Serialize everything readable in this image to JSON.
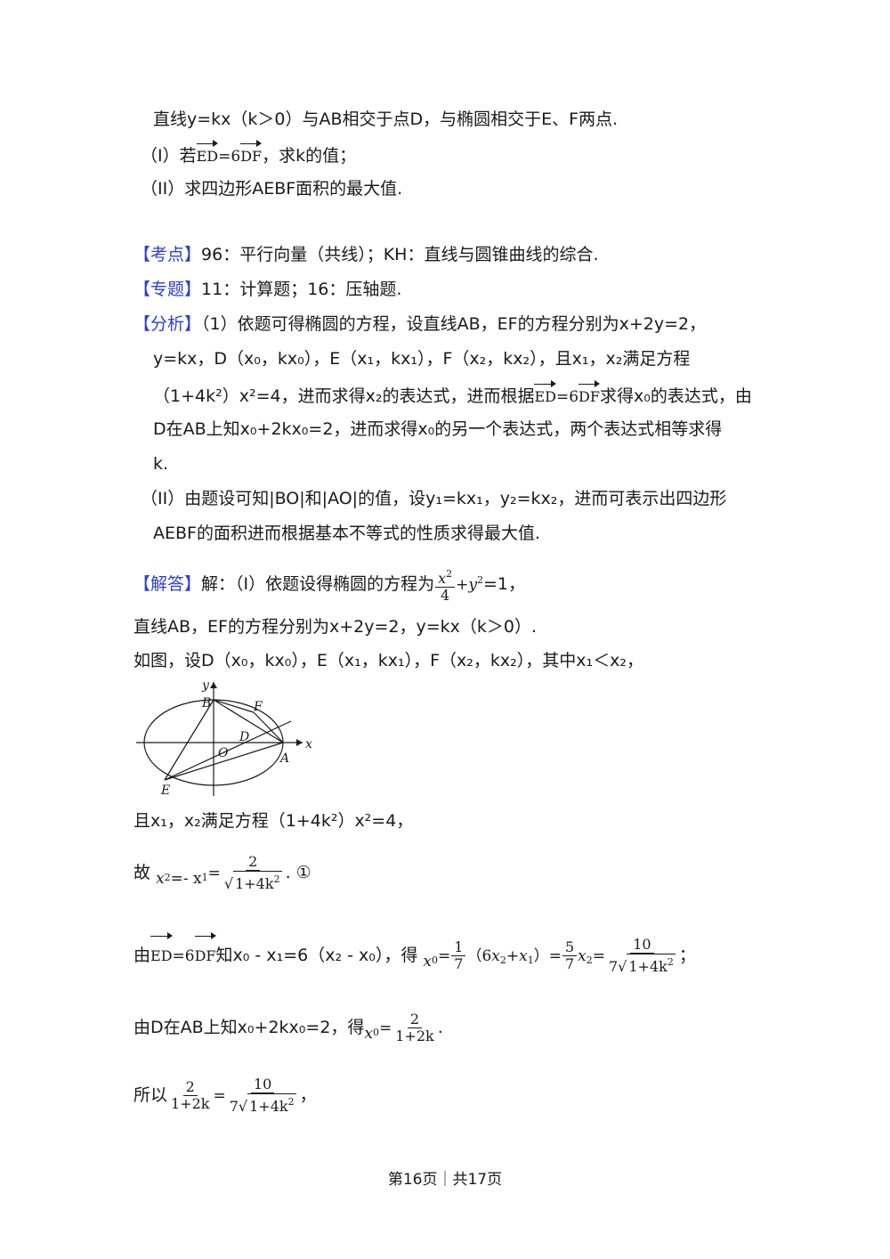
{
  "intro": {
    "line1": "直线y=kx（k＞0）与AB相交于点D，与椭圆相交于E、F两点.",
    "q1_prefix": "（I）若",
    "q1_suffix": "，求k的值；",
    "q2": "（II）求四边形AEBF面积的最大值."
  },
  "kaodian": {
    "tag": "【考点】",
    "text": "96：平行向量（共线）；KH：直线与圆锥曲线的综合."
  },
  "zhuanti": {
    "tag": "【专题】",
    "text": "11：计算题；16：压轴题."
  },
  "fenxi": {
    "tag": "【分析】",
    "l1": "（1）依题可得椭圆的方程，设直线AB，EF的方程分别为x+2y=2，",
    "l2": "y=kx，D（x₀，kx₀），E（x₁，kx₁），F（x₂，kx₂），且x₁，x₂满足方程",
    "l3a": "（1+4k²）x²=4，进而求得x₂的表达式，进而根据",
    "l3b": "求得x₀的表达式，由",
    "l4": "D在AB上知x₀+2kx₀=2，进而求得x₀的另一个表达式，两个表达式相等求得",
    "l5": "k.",
    "l6": "（II）由题设可知|BO|和|AO|的值，设y₁=kx₁，y₂=kx₂，进而可表示出四边形",
    "l7": "AEBF的面积进而根据基本不等式的性质求得最大值."
  },
  "jieda": {
    "tag": "【解答】",
    "l1a": "解：（I）依题设得椭圆的方程为",
    "l1b": "=1，",
    "l2": "直线AB，EF的方程分别为x+2y=2，y=kx（k＞0）.",
    "l3": "如图，设D（x₀，kx₀），E（x₁，kx₁），F（x₂，kx₂），其中x₁＜x₂，",
    "l4": "且x₁，x₂满足方程（1+4k²）x²=4，",
    "l5a": "故",
    "l5b": ". ①",
    "l6a": "由",
    "l6b": "知x₀ - x₁=6（x₂ - x₀），得",
    "l7a": "由D在AB上知x₀+2kx₀=2，得",
    "l7b": ".",
    "l8a": "所以",
    "l8b": "，"
  },
  "vectors": {
    "ed": "ED",
    "df": "DF",
    "eq": "=6"
  },
  "math": {
    "x": "x",
    "y": "y",
    "k": "k",
    "sq": "2",
    "plus": "+",
    "eq": "=",
    "minus": "-",
    "four": "4",
    "two": "2",
    "ten": "10",
    "five": "5",
    "seven": "7",
    "one": "1",
    "zero": "0",
    "six": "6",
    "one_plus_4k": "1+4k",
    "one_plus_2k": "1+2k",
    "paren_open": "（",
    "paren_close": "）",
    "minus_x1": "=- x",
    "sub1": "1",
    "sub2": "2",
    "sub0": "0"
  },
  "figure": {
    "labels": [
      "y",
      "B",
      "F",
      "D",
      "x",
      "O",
      "A",
      "E"
    ]
  },
  "footer": {
    "text": "第16页｜共17页"
  }
}
